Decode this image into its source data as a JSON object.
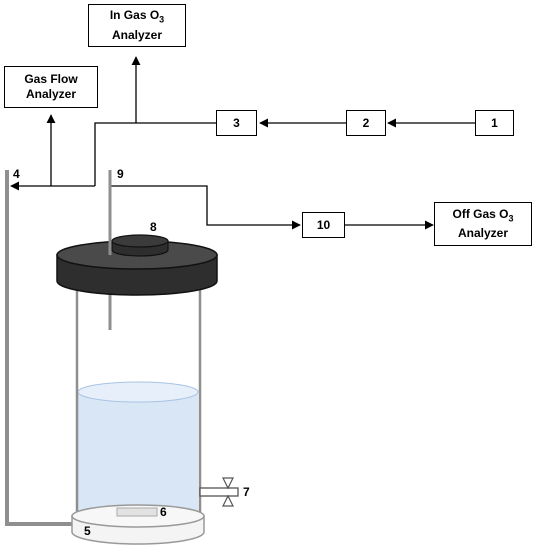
{
  "boxes": {
    "in_gas": {
      "line1": "In Gas O",
      "sub": "3",
      "line2": "Analyzer"
    },
    "gas_flow": {
      "line1": "Gas Flow",
      "line2": "Analyzer"
    },
    "off_gas": {
      "line1": "Off Gas O",
      "sub": "3",
      "line2": "Analyzer"
    },
    "b1": "1",
    "b2": "2",
    "b3": "3",
    "b10": "10"
  },
  "labels": {
    "n4": "4",
    "n5": "5",
    "n6": "6",
    "n7": "7",
    "n8": "8",
    "n9": "9"
  },
  "colors": {
    "lid": "#2e2e2e",
    "liquid": "#d9e6f5",
    "tube": "#8f8f8f",
    "base": "#f4f4f4"
  }
}
